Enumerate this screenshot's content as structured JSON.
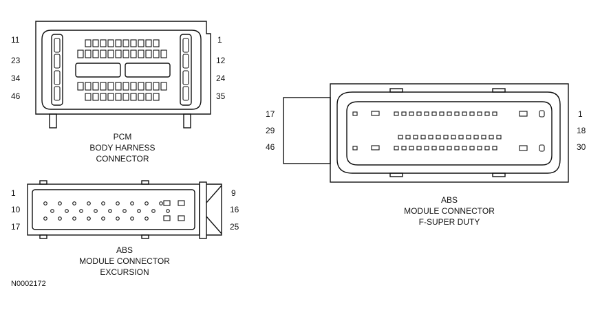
{
  "pcm": {
    "pins_left": [
      "11",
      "23",
      "34",
      "46"
    ],
    "pins_right": [
      "1",
      "12",
      "24",
      "35"
    ],
    "caption": [
      "PCM",
      "BODY HARNESS",
      "CONNECTOR"
    ]
  },
  "abs_excursion": {
    "pins_left": [
      "1",
      "10",
      "17"
    ],
    "pins_right": [
      "9",
      "16",
      "25"
    ],
    "caption": [
      "ABS",
      "MODULE CONNECTOR",
      "EXCURSION"
    ]
  },
  "abs_fsuper": {
    "pins_left": [
      "17",
      "29",
      "46"
    ],
    "pins_right": [
      "1",
      "18",
      "30"
    ],
    "caption": [
      "ABS",
      "MODULE CONNECTOR",
      "F-SUPER DUTY"
    ]
  },
  "figure_id": "N0002172"
}
